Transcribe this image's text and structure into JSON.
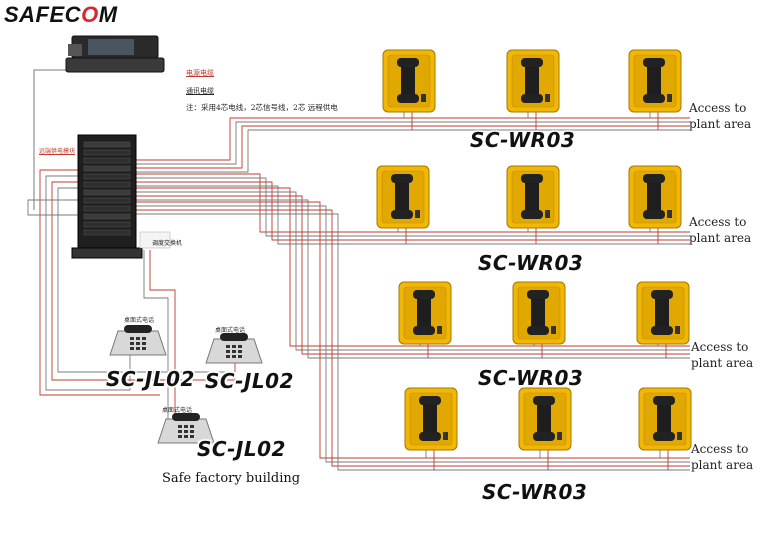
{
  "brand": {
    "prefix": "SAFEC",
    "o": "O",
    "suffix": "M"
  },
  "legend": {
    "power_cable": "电源电缆",
    "comm_cable": "通讯电缆",
    "note": "注：采用4芯电线，2芯信号线，2芯 远程供电"
  },
  "equipment": {
    "cabinet_label": "远端供电模块",
    "switch_label": "调度交换机",
    "desk_phone_label": "桌面式电话"
  },
  "rows": [
    {
      "model": "SC-WR03",
      "access": [
        "Access to",
        "plant area"
      ]
    },
    {
      "model": "SC-WR03",
      "access": [
        "Access to",
        "plant area"
      ]
    },
    {
      "model": "SC-WR03",
      "access": [
        "Access to",
        "plant area"
      ]
    },
    {
      "model": "SC-WR03",
      "access": [
        "Access to",
        "plant area"
      ]
    }
  ],
  "desk_phones": [
    {
      "model": "SC-JL02"
    },
    {
      "model": "SC-JL02"
    },
    {
      "model": "SC-JL02"
    }
  ],
  "building": "Safe factory building",
  "colors": {
    "phone_yellow": "#f2b705",
    "red_wire": "#c0392b",
    "gray_wire": "#7a7a7a",
    "cabinet": "#1f1f1f"
  }
}
